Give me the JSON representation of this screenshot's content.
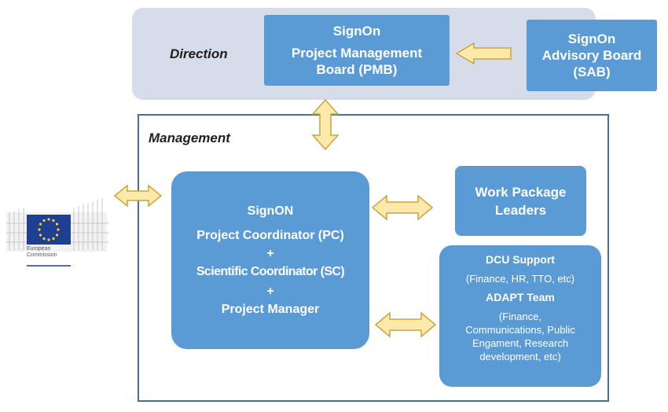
{
  "direction": {
    "label": "Direction"
  },
  "pmb": {
    "line1": "SignOn",
    "line2": "Project Management",
    "line3": "Board (PMB)"
  },
  "sab": {
    "line1": "SignOn",
    "line2": "Advisory Board",
    "line3": "(SAB)"
  },
  "management": {
    "label": "Management"
  },
  "coordinator": {
    "line1": "SignON",
    "line2": "Project Coordinator (PC)",
    "plus1": "+",
    "line3": "Scientific Coordinator (SC)",
    "plus2": "+",
    "line4": "Project Manager"
  },
  "work_package": {
    "line1": "Work Package",
    "line2": "Leaders"
  },
  "support": {
    "dcu_title": "DCU Support",
    "dcu_detail": "(Finance, HR, TTO, etc)",
    "adapt_title": "ADAPT Team",
    "adapt_line1": "(Finance,",
    "adapt_line2": "Communications, Public",
    "adapt_line3": "Engament, Research",
    "adapt_line4": "development, etc)"
  },
  "eu_logo": {
    "line1": "European",
    "line2": "Commission"
  },
  "colors": {
    "box": "#5b9bd5",
    "band": "#d6dce9",
    "frame": "#41719c",
    "arrow_fill": "#fde9a9",
    "arrow_stroke": "#c9a544"
  }
}
